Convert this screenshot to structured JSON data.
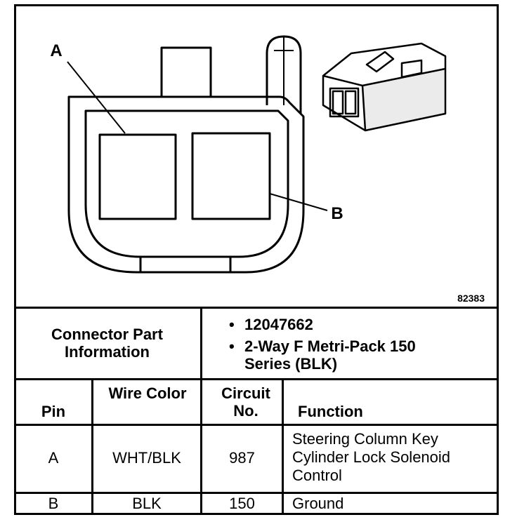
{
  "diagram": {
    "figure_number": "82383",
    "labels": {
      "pin_a": "A",
      "pin_b": "B"
    }
  },
  "connector_info": {
    "label": "Connector Part Information",
    "items": [
      "12047662",
      "2-Way F Metri-Pack 150 Series (BLK)"
    ]
  },
  "table": {
    "headers": {
      "pin": "Pin",
      "wire_color": "Wire Color",
      "circuit": "Circuit No.",
      "function": "Function"
    },
    "rows": [
      {
        "pin": "A",
        "wire_color": "WHT/BLK",
        "circuit": "987",
        "function": "Steering Column Key Cylinder Lock Solenoid Control"
      },
      {
        "pin": "B",
        "wire_color": "BLK",
        "circuit": "150",
        "function": "Ground"
      }
    ]
  }
}
